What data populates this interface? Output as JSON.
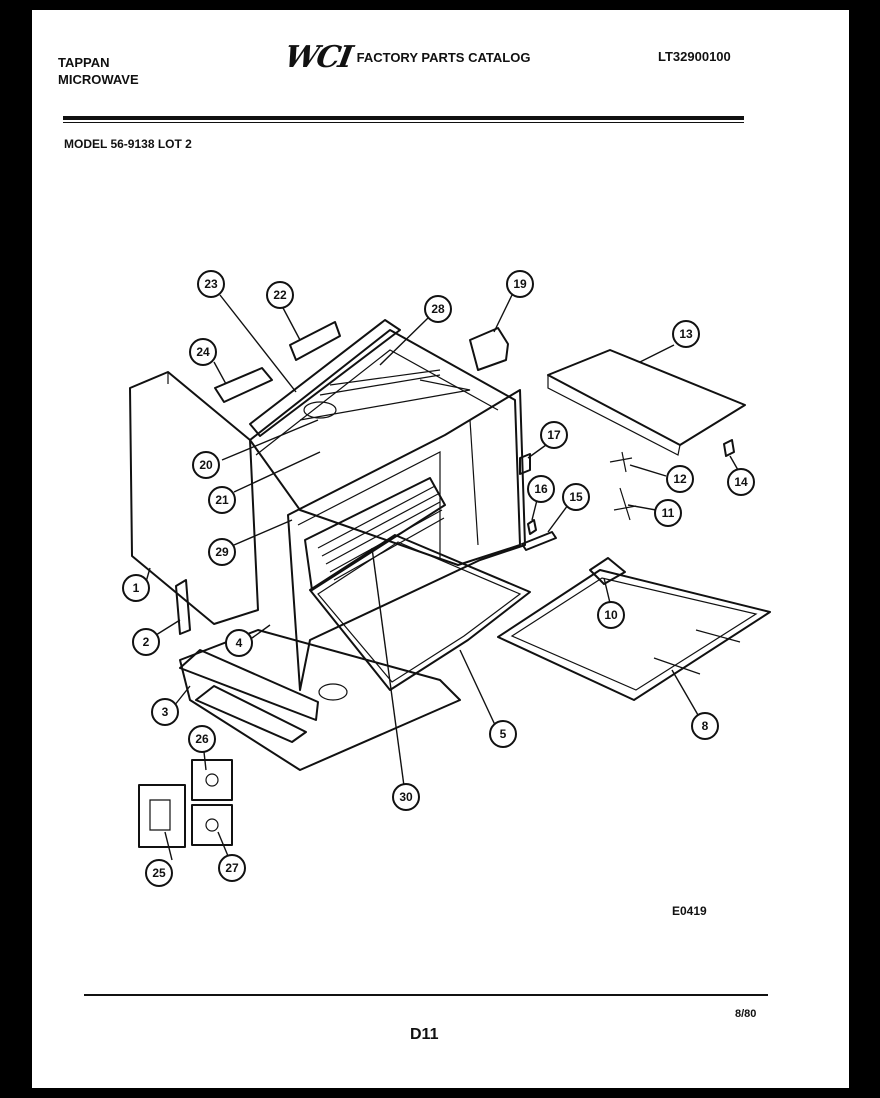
{
  "header": {
    "brand_line1": "TAPPAN",
    "brand_line2": "MICROWAVE",
    "logo_text": "WCI",
    "catalog_title": "FACTORY PARTS CATALOG",
    "catalog_code": "LT32900100",
    "model": "MODEL 56-9138 LOT 2"
  },
  "footer": {
    "diagram_code": "E0419",
    "page_number": "D11",
    "page_date": "8/80"
  },
  "callouts": [
    "1",
    "2",
    "3",
    "4",
    "5",
    "8",
    "10",
    "11",
    "12",
    "13",
    "14",
    "15",
    "16",
    "17",
    "19",
    "20",
    "21",
    "22",
    "23",
    "24",
    "25",
    "26",
    "27",
    "28",
    "29",
    "30"
  ]
}
